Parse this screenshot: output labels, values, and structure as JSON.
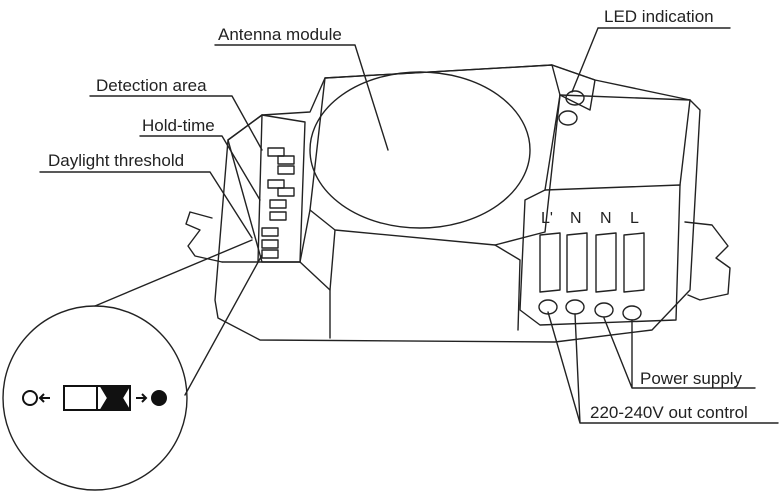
{
  "labels": {
    "antenna_module": "Antenna module",
    "led_indication": "LED indication",
    "detection_area": "Detection area",
    "hold_time": "Hold-time",
    "daylight_threshold": "Daylight threshold",
    "power_supply": "Power supply",
    "out_control": "220-240V out control"
  },
  "terminals": [
    "L'",
    "N",
    "N",
    "L"
  ],
  "colors": {
    "line": "#222222",
    "background": "#ffffff",
    "fill": "#000000"
  },
  "icons": [
    "open-circle-icon",
    "left-arrow-icon",
    "switch-slider-icon",
    "right-arrow-icon",
    "filled-circle-icon"
  ]
}
